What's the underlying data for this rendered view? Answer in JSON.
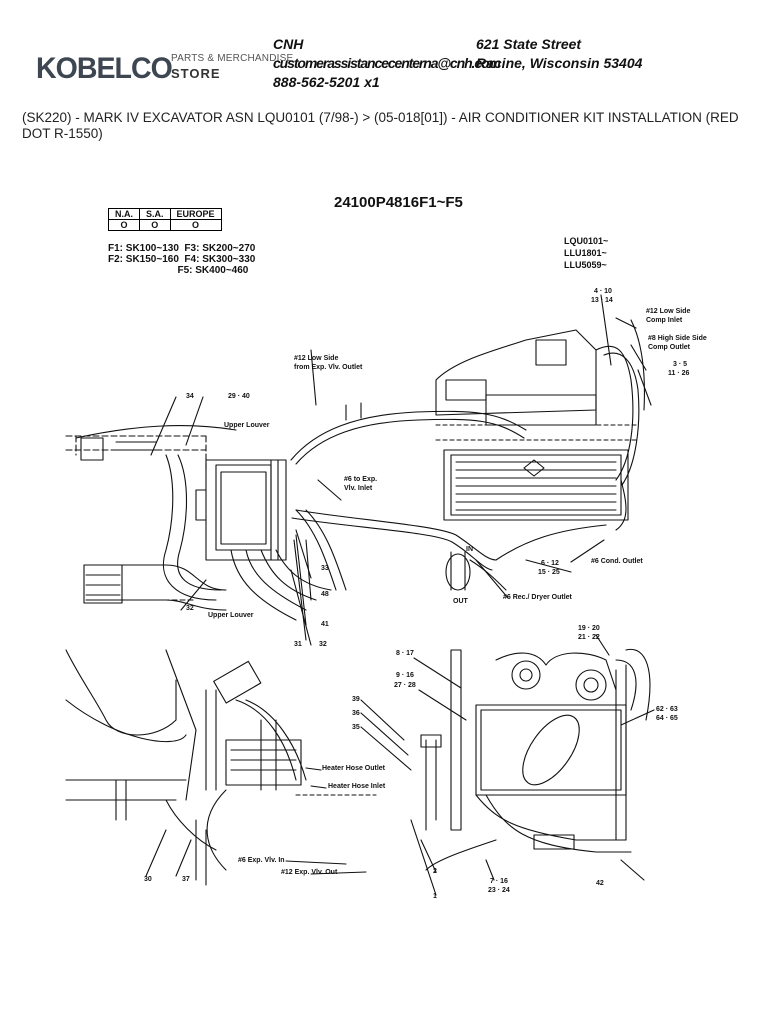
{
  "header": {
    "logo": "KOBELCO",
    "store_top": "PARTS & MERCHANDISE",
    "store_bottom": "STORE",
    "company": "CNH",
    "email": "customerassistancecenterna@cnh.com",
    "phone": "888-562-5201 x1",
    "street": "621 State Street",
    "city": "Racine, Wisconsin 53404"
  },
  "page_title": "(SK220) - MARK IV EXCAVATOR ASN LQU0101 (7/98-) > (05-018[01]) - AIR CONDITIONER KIT INSTALLATION (RED DOT R-1550)",
  "diagram": {
    "part_number": "24100P4816F1~F5",
    "region_headers": [
      "N.A.",
      "S.A.",
      "EUROPE"
    ],
    "region_values": [
      "O",
      "O",
      "O"
    ],
    "models": [
      "F1: SK100~130  F3: SK200~270",
      "F2: SK150~160  F4: SK300~330",
      "                         F5: SK400~460"
    ],
    "serials": [
      "LQU0101~",
      "LLU1801~",
      "LLU5059~"
    ],
    "labels": {
      "l_4_10": "4 · 10",
      "l_13_14": "13 · 14",
      "low_side_comp": "#12 Low Side",
      "low_side_comp2": "Comp Inlet",
      "high_side_comp": "#8 High Side Side",
      "high_side_comp2": "Comp Outlet",
      "l_3_5": "3 · 5",
      "l_11_26": "11 · 26",
      "low_side_exp": "#12 Low Side",
      "low_side_exp2": "from Exp. Vlv. Outlet",
      "l_34": "34",
      "l_29_40": "29 · 40",
      "upper_louver_top": "Upper Louver",
      "to_exp": "#6 to Exp.",
      "to_exp2": "Vlv. Inlet",
      "in": "IN",
      "out": "OUT",
      "l_6_12": "6 · 12",
      "l_15_25": "15 · 25",
      "cond_outlet": "#6 Cond. Outlet",
      "rec_dryer": "#6 Rec./ Dryer Outlet",
      "l_33": "33",
      "l_48": "48",
      "l_41": "41",
      "l_32a": "32",
      "l_32b": "32",
      "l_31": "31",
      "upper_louver_bot": "Upper Louver",
      "l_19_20": "19 · 20",
      "l_21_22": "21 · 22",
      "l_8_17": "8 · 17",
      "l_9_16": "9 · 16",
      "l_27_28": "27 · 28",
      "l_39": "39",
      "l_36": "36",
      "l_35": "35",
      "l_62_63": "62 · 63",
      "l_64_65": "64 · 65",
      "heater_outlet": "Heater Hose Outlet",
      "heater_inlet": "Heater Hose Inlet",
      "exp_in": "#6 Exp. Vlv. In",
      "exp_out": "#12 Exp. Vlv. Out",
      "l_30": "30",
      "l_37": "37",
      "l_2": "2",
      "l_1": "1",
      "l_7_16": "7 · 16",
      "l_23_24": "23 · 24",
      "l_42": "42"
    }
  }
}
